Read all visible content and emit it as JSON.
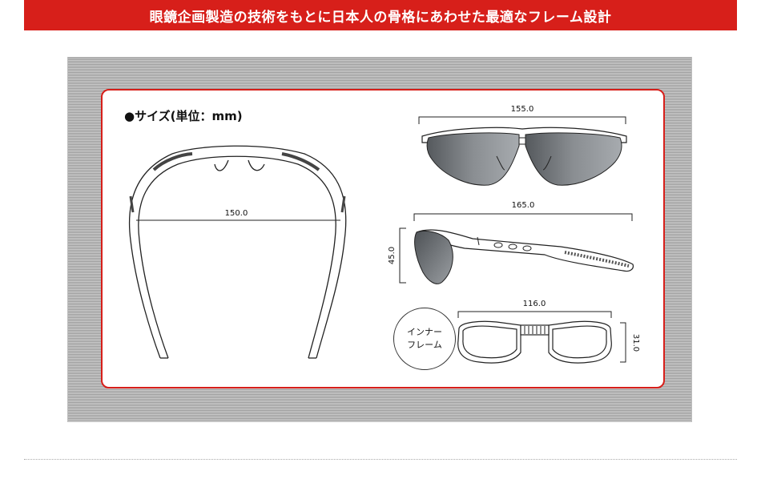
{
  "banner": {
    "title": "眼鏡企画製造の技術をもとに日本人の骨格にあわせた最適なフレーム設計"
  },
  "panel": {
    "size_title": "●サイズ(単位：mm)",
    "dimensions": {
      "top_width": "150.0",
      "front_width": "155.0",
      "side_length": "165.0",
      "side_height": "45.0",
      "inner_width": "116.0",
      "inner_height": "31.0"
    },
    "inner_frame": {
      "line1": "インナー",
      "line2": "フレーム"
    }
  },
  "colors": {
    "accent": "#d71f1a",
    "lens": "#6e7276"
  }
}
